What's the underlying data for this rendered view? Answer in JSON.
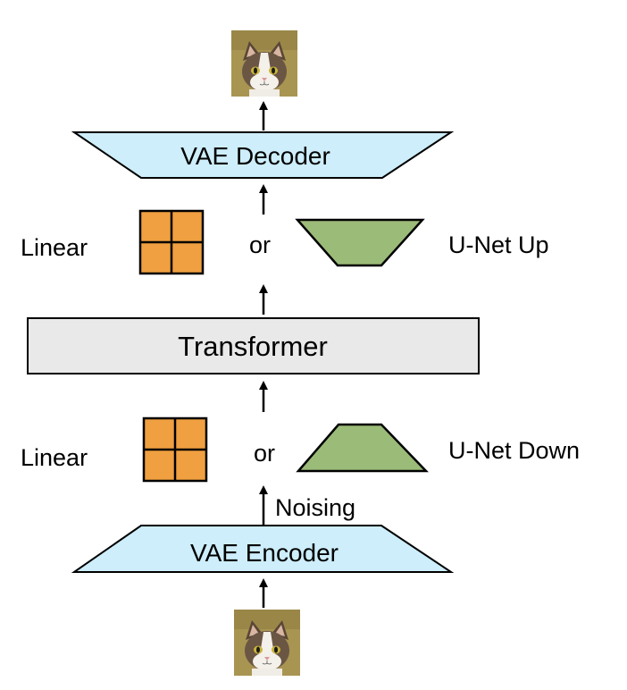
{
  "output_image": {
    "icon": "cat-photo-icon"
  },
  "decoder": {
    "label": "VAE Decoder",
    "fill": "#cdeefa"
  },
  "top_options": {
    "linear_label": "Linear",
    "or_label": "or",
    "unet_label": "U-Net Up"
  },
  "transformer": {
    "label": "Transformer",
    "fill": "#e9e9e9"
  },
  "bottom_options": {
    "linear_label": "Linear",
    "or_label": "or",
    "unet_label": "U-Net Down"
  },
  "noising": {
    "label": "Noising"
  },
  "encoder": {
    "label": "VAE Encoder",
    "fill": "#cdeefa"
  },
  "input_image": {
    "icon": "cat-photo-icon"
  },
  "colors": {
    "linear_block": "#f0a040",
    "unet_block": "#9bbb78",
    "photo_bg": "#a89552"
  }
}
